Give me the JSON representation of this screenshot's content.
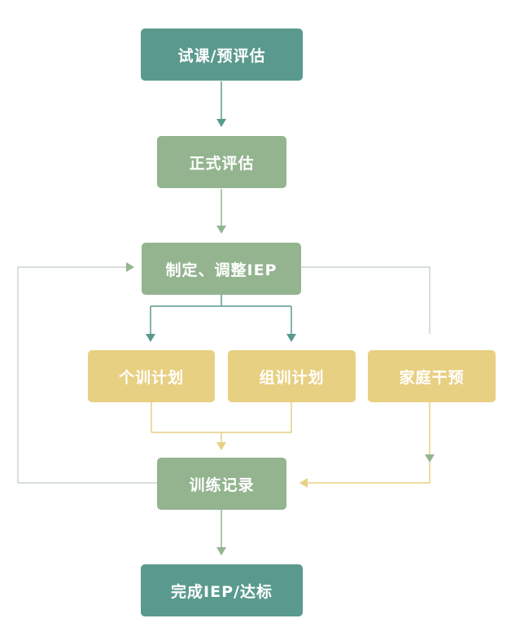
{
  "colors": {
    "teal": "#5a9a8e",
    "sage": "#93b48f",
    "gold": "#e8d083",
    "connector_gray": "#c9d5cc"
  },
  "nodes": {
    "trial": "试课/预评估",
    "formal": "正式评估",
    "iep_plan": "制定、调整IEP",
    "individual": "个训计划",
    "group": "组训计划",
    "family": "家庭干预",
    "record": "训练记录",
    "complete": "完成IEP/达标"
  }
}
